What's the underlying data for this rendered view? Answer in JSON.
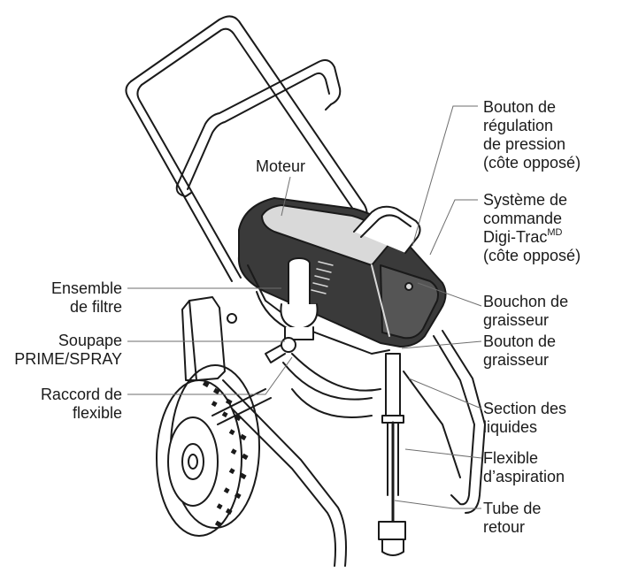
{
  "labels": {
    "moteur": [
      "Moteur"
    ],
    "ensemble_filtre": [
      "Ensemble",
      "de filtre"
    ],
    "soupape": [
      "Soupape",
      "PRIME/SPRAY"
    ],
    "raccord": [
      "Raccord de",
      "flexible"
    ],
    "bouton_regulation": [
      "Bouton de",
      "régulation",
      "de pression",
      "(côte opposé)"
    ],
    "systeme_commande": {
      "line1": "Système de",
      "line2": "commande",
      "line3_base": "Digi-Trac",
      "line3_sup": "MD",
      "line4": "(côte opposé)"
    },
    "bouchon": [
      "Bouchon de",
      "graisseur"
    ],
    "bouton_graisseur": [
      "Bouton de",
      "graisseur"
    ],
    "section": [
      "Section des",
      "liquides"
    ],
    "flexible_aspiration": [
      "Flexible",
      "d’aspiration"
    ],
    "tube_retour": [
      "Tube de",
      "retour"
    ]
  },
  "colors": {
    "ink": "#1a1a1a",
    "leader": "#6e6e6e",
    "motor_body": "#3a3a3a",
    "motor_panel": "#555555",
    "highlight": "#d9d9d9"
  },
  "icons": {
    "sprayer": "airless-paint-sprayer-illustration"
  }
}
